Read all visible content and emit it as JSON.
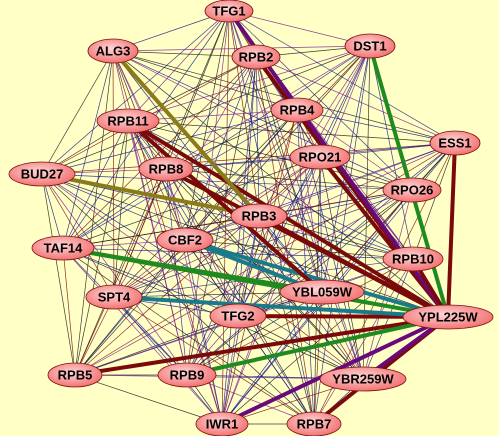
{
  "colors": {
    "background": "#ffffc6",
    "node_fill_light": "#ffd6d6",
    "node_fill_dark": "#f26a6a",
    "node_stroke": "#7a1010",
    "edge_black": "#1a1a1a",
    "edge_navy": "#1a1a8c",
    "edge_purple": "#7a1f8a",
    "edge_maroon": "#7a0a0a",
    "edge_green": "#1f8a1f",
    "edge_olive": "#8a7a1a",
    "edge_teal": "#1a7a8a",
    "edge_violet": "#6a0a7a"
  },
  "nodes": [
    {
      "id": "TFG1",
      "label": "TFG1"
    },
    {
      "id": "ALG3",
      "label": "ALG3"
    },
    {
      "id": "RPB2",
      "label": "RPB2"
    },
    {
      "id": "DST1",
      "label": "DST1"
    },
    {
      "id": "RPB4",
      "label": "RPB4"
    },
    {
      "id": "RPB11",
      "label": "RPB11"
    },
    {
      "id": "ESS1",
      "label": "ESS1"
    },
    {
      "id": "RPO21",
      "label": "RPO21"
    },
    {
      "id": "BUD27",
      "label": "BUD27"
    },
    {
      "id": "RPB8",
      "label": "RPB8"
    },
    {
      "id": "RPO26",
      "label": "RPO26"
    },
    {
      "id": "RPB3",
      "label": "RPB3"
    },
    {
      "id": "TAF14",
      "label": "TAF14"
    },
    {
      "id": "CBF2",
      "label": "CBF2"
    },
    {
      "id": "RPB10",
      "label": "RPB10"
    },
    {
      "id": "SPT4",
      "label": "SPT4"
    },
    {
      "id": "YBL059W",
      "label": "YBL059W"
    },
    {
      "id": "YPL225W",
      "label": "YPL225W"
    },
    {
      "id": "TFG2",
      "label": "TFG2"
    },
    {
      "id": "RPB5",
      "label": "RPB5"
    },
    {
      "id": "RPB9",
      "label": "RPB9"
    },
    {
      "id": "YBR259W",
      "label": "YBR259W"
    },
    {
      "id": "IWR1",
      "label": "IWR1"
    },
    {
      "id": "RPB7",
      "label": "RPB7"
    }
  ],
  "strong_edges": [
    {
      "a": "YPL225W",
      "b": "RPB2",
      "color": "edge_maroon"
    },
    {
      "a": "YPL225W",
      "b": "RPB4",
      "color": "edge_maroon"
    },
    {
      "a": "YPL225W",
      "b": "RPB11",
      "color": "edge_maroon"
    },
    {
      "a": "YPL225W",
      "b": "RPB8",
      "color": "edge_maroon"
    },
    {
      "a": "YPL225W",
      "b": "RPB3",
      "color": "edge_maroon"
    },
    {
      "a": "YPL225W",
      "b": "RPO21",
      "color": "edge_maroon"
    },
    {
      "a": "YPL225W",
      "b": "ESS1",
      "color": "edge_maroon"
    },
    {
      "a": "YPL225W",
      "b": "RPB5",
      "color": "edge_maroon"
    },
    {
      "a": "YPL225W",
      "b": "RPB7",
      "color": "edge_maroon"
    },
    {
      "a": "YPL225W",
      "b": "TFG2",
      "color": "edge_maroon"
    },
    {
      "a": "YPL225W",
      "b": "DST1",
      "color": "edge_green"
    },
    {
      "a": "YPL225W",
      "b": "TAF14",
      "color": "edge_green"
    },
    {
      "a": "YPL225W",
      "b": "RPB9",
      "color": "edge_green"
    },
    {
      "a": "YPL225W",
      "b": "CBF2",
      "color": "edge_teal"
    },
    {
      "a": "YPL225W",
      "b": "SPT4",
      "color": "edge_teal"
    },
    {
      "a": "YPL225W",
      "b": "TFG1",
      "color": "edge_violet"
    },
    {
      "a": "YPL225W",
      "b": "IWR1",
      "color": "edge_violet"
    },
    {
      "a": "YPL225W",
      "b": "YBR259W",
      "color": "edge_violet"
    },
    {
      "a": "YPL225W",
      "b": "RPB10",
      "color": "edge_maroon"
    },
    {
      "a": "ALG3",
      "b": "RPB3",
      "color": "edge_olive"
    },
    {
      "a": "BUD27",
      "b": "RPB3",
      "color": "edge_olive"
    },
    {
      "a": "YBL059W",
      "b": "CBF2",
      "color": "edge_teal"
    },
    {
      "a": "YBL059W",
      "b": "TAF14",
      "color": "edge_green"
    },
    {
      "a": "YBL059W",
      "b": "RPB11",
      "color": "edge_maroon"
    }
  ],
  "thin_edge_palette": [
    "edge_black",
    "edge_navy",
    "edge_purple",
    "edge_black",
    "edge_navy",
    "edge_purple",
    "edge_maroon"
  ]
}
